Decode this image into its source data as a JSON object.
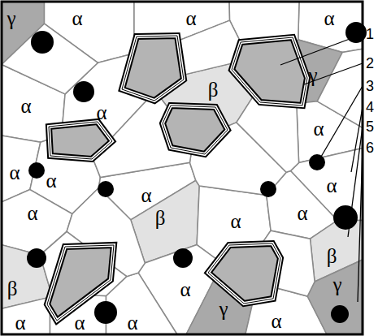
{
  "diagram": {
    "labels": [
      "γ",
      "α",
      "α",
      "α",
      "γ",
      "β",
      "α",
      "α",
      "α",
      "α",
      "α",
      "α",
      "α",
      "α",
      "β",
      "α",
      "α",
      "β",
      "α",
      "β",
      "α",
      "α",
      "α",
      "γ",
      "α",
      "γ",
      "1",
      "2",
      "3",
      "4",
      "5",
      "6"
    ]
  }
}
